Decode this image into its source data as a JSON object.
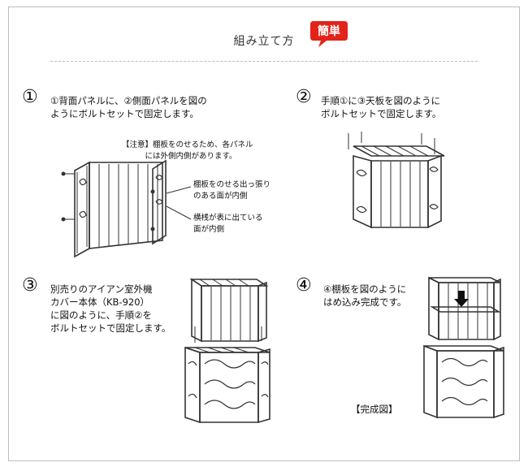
{
  "header": {
    "title": "組み立て方",
    "badge": "簡単",
    "badge_color": "#e2231a"
  },
  "steps": [
    {
      "number": "①",
      "text": "①背面パネルに、②側面パネルを図の\nようにボルトセットで固定します。"
    },
    {
      "number": "②",
      "text": "手順①に③天板を図のように\nボルトセットで固定します。"
    },
    {
      "number": "③",
      "text": "別売りのアイアン室外機\nカバー本体（KB-920）\nに図のように、手順②を\nボルトセットで固定します。"
    },
    {
      "number": "④",
      "text": "④棚板を図のように\nはめ込み完成です。"
    }
  ],
  "notes": {
    "caution": "【注意】棚板をのせるため、各パネル\n　　　には外側内側があります。",
    "inner_shelf": "棚板をのせる出っ張り\nのある面が内側",
    "inner_bar": "横桟が表に出ている\n面が内側",
    "complete": "【完成図】"
  }
}
